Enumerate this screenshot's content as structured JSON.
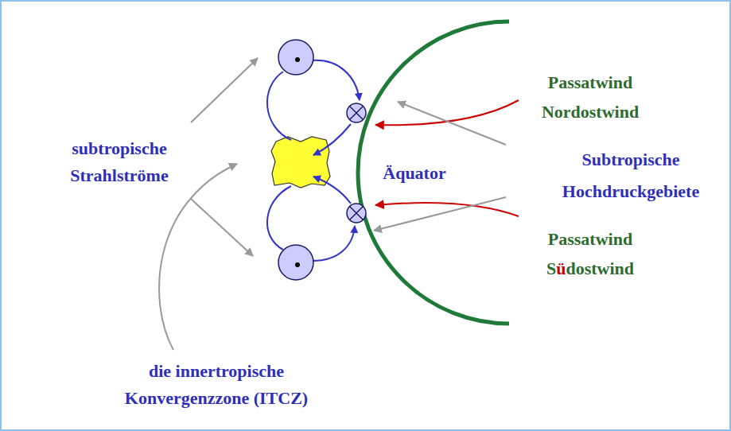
{
  "diagram": {
    "labels": [
      "subtropische Strahlströme",
      "Passatwind Nordostwind",
      "Äquator",
      "Subtropische Hochdruckgebiete",
      "Passatwind Südostwind",
      "die innertropische Konvergenzzone (ITCZ)"
    ]
  }
}
